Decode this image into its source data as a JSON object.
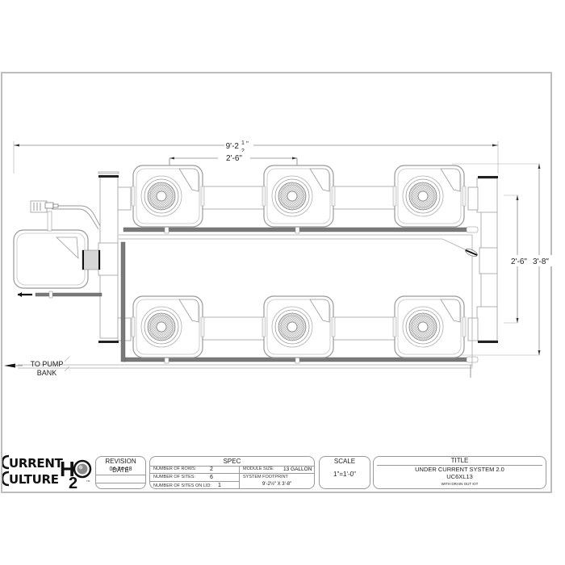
{
  "drawing": {
    "dimensions": {
      "overall_length": "9'-2",
      "overall_length_fraction_num": "1",
      "overall_length_fraction_den": "2",
      "overall_length_suffix": "\"",
      "module_spacing": "2'-6\"",
      "row_spacing": "2'-6\"",
      "overall_width": "3'-8\""
    },
    "annotations": {
      "pump_line_label_1": "TO PUMP",
      "pump_line_label_2": "BANK"
    },
    "modules": {
      "top_row": [
        "module-1",
        "module-2",
        "module-3"
      ],
      "bottom_row": [
        "module-4",
        "module-5",
        "module-6"
      ]
    }
  },
  "title_block": {
    "logo": {
      "line1": "URRENT",
      "line2": "ULTURE",
      "mark": "H2O",
      "tm": "TM"
    },
    "revision": {
      "header": "REVISION DATE",
      "date": "04-24-18"
    },
    "spec": {
      "header": "SPEC",
      "rows_label": "NUMBER OF ROWS:",
      "rows_value": "2",
      "sites_label": "NUMBER OF SITES:",
      "sites_value": "6",
      "lid_label": "NUMBER OF SITES ON LID:",
      "lid_value": "1",
      "module_size_label": "MODULE SIZE:",
      "module_size_value": "13 GALLON",
      "footprint_label": "SYSTEM FOOTPRINT",
      "footprint_value": "9'-2½\" X 3'-8\""
    },
    "scale": {
      "header": "SCALE",
      "value": "1\"=1'-0\""
    },
    "title": {
      "header": "TITLE",
      "line1": "UNDER CURRENT SYSTEM 2.0",
      "line2": "UC6XL13",
      "line3": "WITH DRAIN OUT KIT"
    }
  }
}
